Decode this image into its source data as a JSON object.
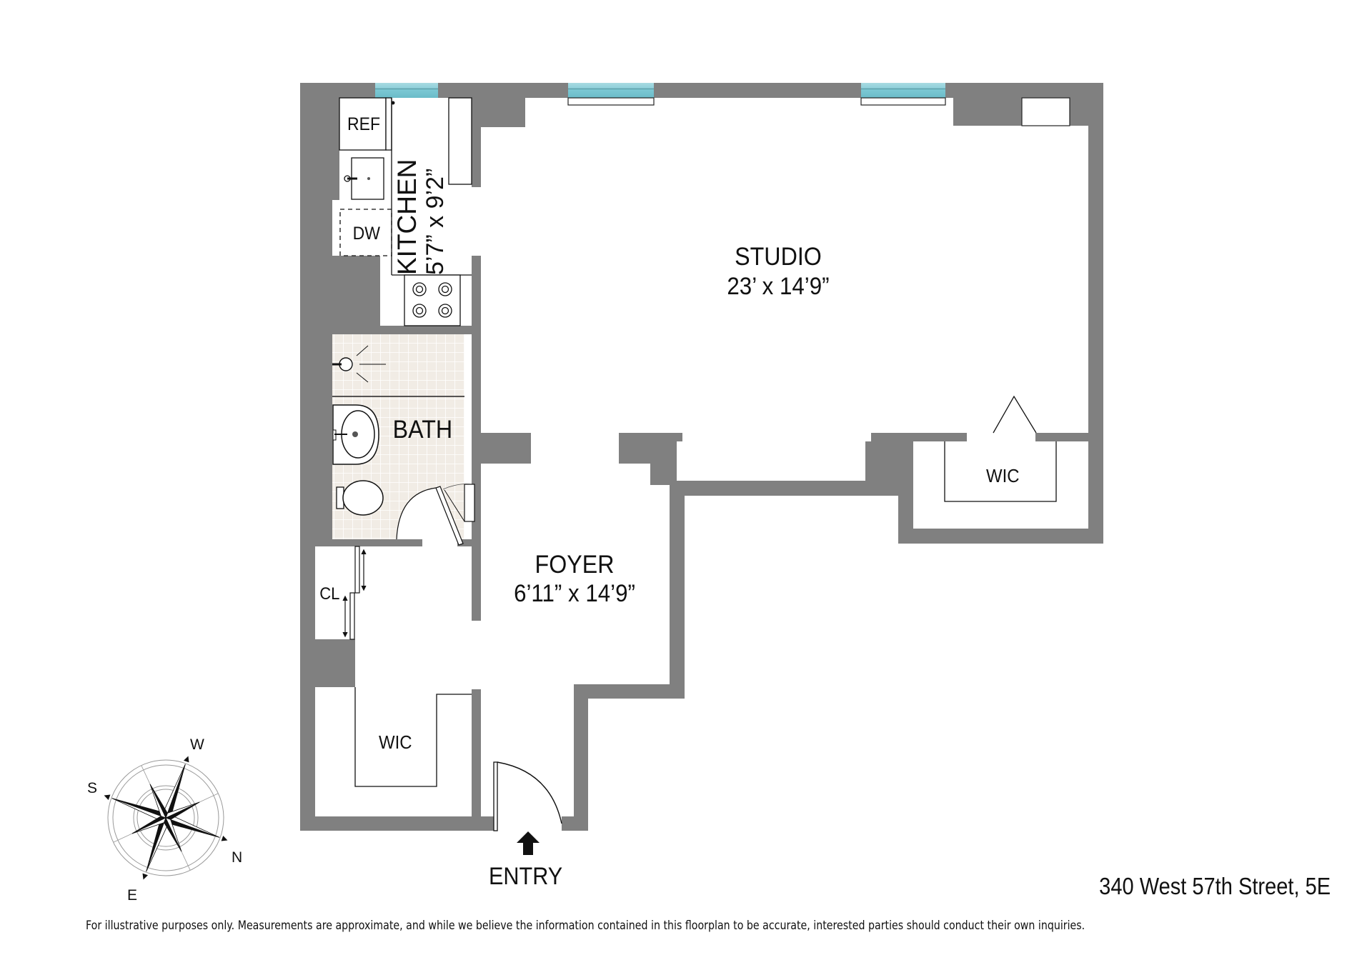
{
  "address": "340 West 57th Street, 5E",
  "disclaimer": "For illustrative purposes only.  Measurements are approximate, and while we believe the information contained in this floorplan to be accurate, interested parties should conduct their own inquiries.",
  "entry_label": "ENTRY",
  "rooms": {
    "studio": {
      "name": "STUDIO",
      "dimensions": "23’ x 14’9”"
    },
    "kitchen": {
      "name": "KITCHEN",
      "dimensions": "5’7” x 9’2”"
    },
    "foyer": {
      "name": "FOYER",
      "dimensions": "6’11” x 14’9”"
    },
    "bath": {
      "name": "BATH"
    },
    "wic_studio": {
      "name": "WIC"
    },
    "wic_foyer": {
      "name": "WIC"
    },
    "closet": {
      "name": "CL"
    }
  },
  "fixtures": {
    "refrigerator": "REF",
    "dishwasher": "DW"
  },
  "compass": {
    "north": "N",
    "south": "S",
    "east": "E",
    "west": "W"
  },
  "colors": {
    "wall": "#808080",
    "window": "#7cc8d4",
    "window_line": "#4a8f9a",
    "bath_tile": "#f1ece5",
    "background": "#ffffff"
  }
}
